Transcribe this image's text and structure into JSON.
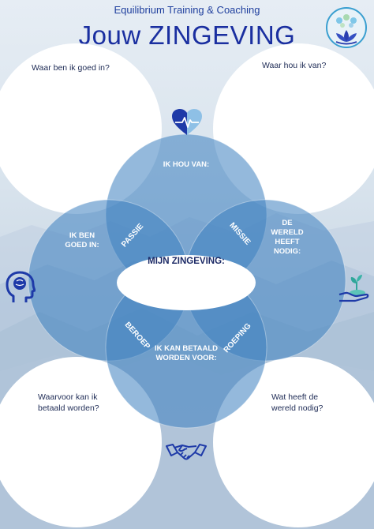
{
  "header": {
    "subtitle": "Equilibrium Training & Coaching",
    "title": "Jouw ZINGEVING"
  },
  "questions": {
    "top_left": "Waar ben ik goed in?",
    "top_right": "Waar hou ik van?",
    "bottom_left": "Waarvoor kan ik betaald worden?",
    "bottom_right": "Wat heeft de wereld nodig?"
  },
  "venn": {
    "top": "IK HOU VAN:",
    "left": "IK BEN GOED IN:",
    "right": "DE WERELD HEEFT NODIG:",
    "bottom": "IK KAN BETAALD WORDEN VOOR:",
    "passie": "PASSIE",
    "missie": "MISSIE",
    "beroep": "BEROEP",
    "roeping": "ROEPING",
    "center": "MIJN ZINGEVING:"
  },
  "colors": {
    "title": "#1a2fa0",
    "venn_fill": "#3d7fc0",
    "background_top": "#dfe7ef",
    "background_bottom": "#c4d3e2",
    "icon": "#1e3aa8"
  },
  "icons": [
    "lotus-logo-icon",
    "heart-pulse-icon",
    "brain-head-icon",
    "hand-plant-icon",
    "handshake-icon"
  ]
}
